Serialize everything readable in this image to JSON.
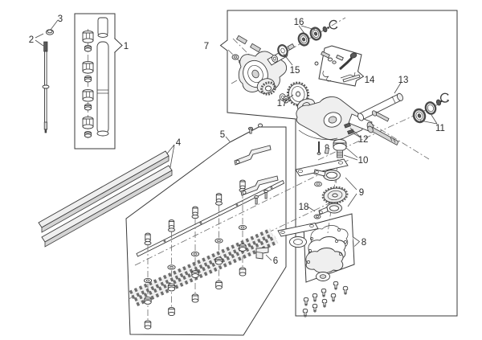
{
  "diagram": {
    "part_labels": [
      "1",
      "2",
      "3",
      "4",
      "5",
      "6",
      "7",
      "8",
      "9",
      "10",
      "11",
      "12",
      "13",
      "14",
      "15",
      "16",
      "17",
      "18"
    ]
  },
  "colors": {
    "background": "#ffffff",
    "line_art": "#3a3a3a",
    "label_text": "#2b2b2b",
    "shade_light": "#efefef",
    "shade_mid": "#d4d4d4",
    "shade_dark": "#595959"
  }
}
